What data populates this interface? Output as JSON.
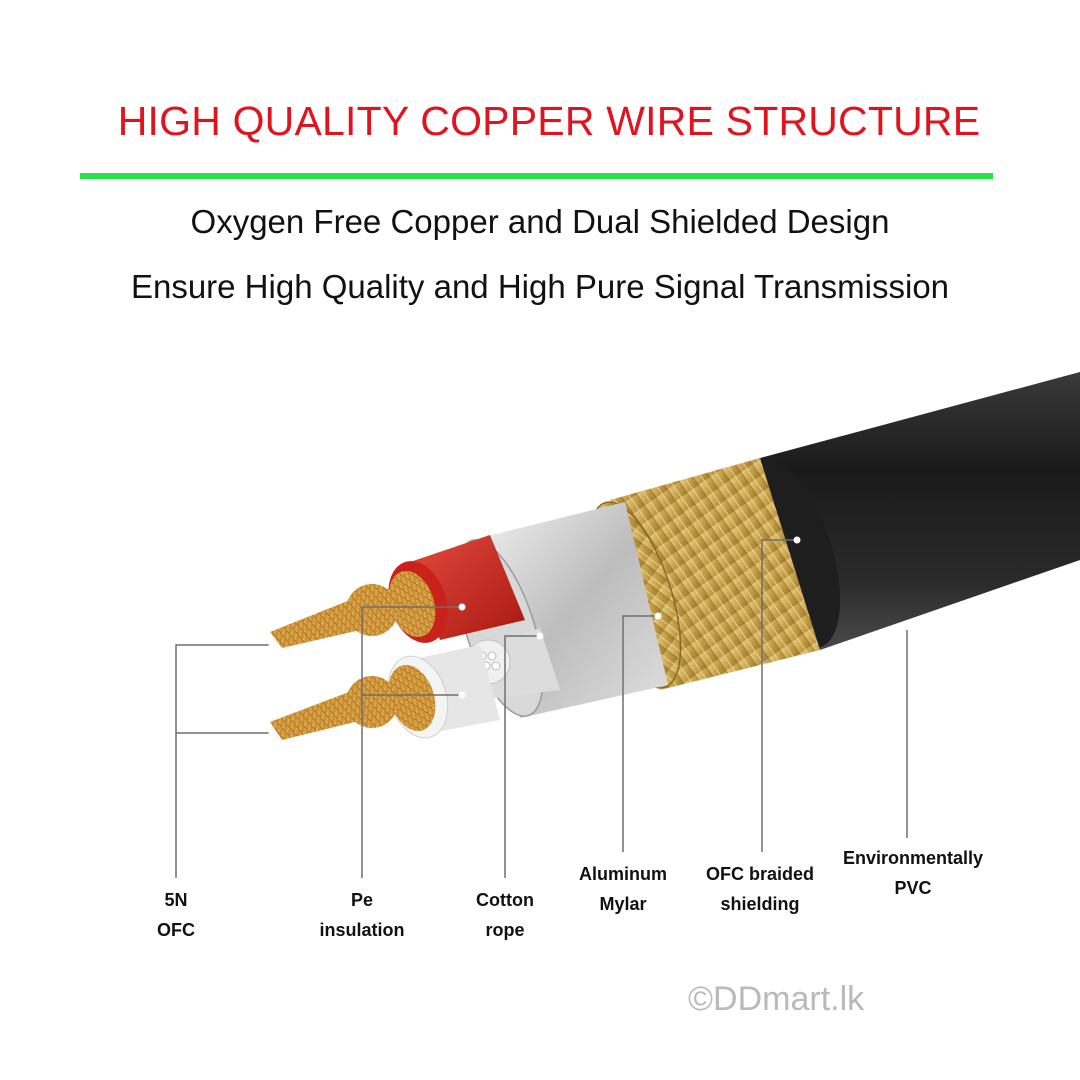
{
  "header": {
    "title": "HIGH QUALITY COPPER WIRE STRUCTURE",
    "subtitle_line1": "Oxygen Free Copper and Dual Shielded Design",
    "subtitle_line2": "Ensure High Quality and High Pure Signal Transmission"
  },
  "colors": {
    "title": "#e0141e",
    "divider": "#27e34a",
    "jacket": "#1c1c1c",
    "braid": "#c9a24a",
    "mylar": "#c8c8c8",
    "red_insulation": "#d42a22",
    "white_insulation": "#e8e8e8",
    "copper": "#d4a04a"
  },
  "labels": [
    {
      "id": "5n-ofc",
      "line1": "5N",
      "line2": "OFC"
    },
    {
      "id": "pe-insulation",
      "line1": "Pe",
      "line2": "insulation"
    },
    {
      "id": "cotton-rope",
      "line1": "Cotton",
      "line2": "rope"
    },
    {
      "id": "aluminum-mylar",
      "line1": "Aluminum",
      "line2": "Mylar"
    },
    {
      "id": "ofc-braided-shielding",
      "line1": "OFC braided",
      "line2": "shielding"
    },
    {
      "id": "environmentally-pvc",
      "line1": "Environmentally",
      "line2": "PVC"
    }
  ],
  "watermark": "©DDmart.lk"
}
